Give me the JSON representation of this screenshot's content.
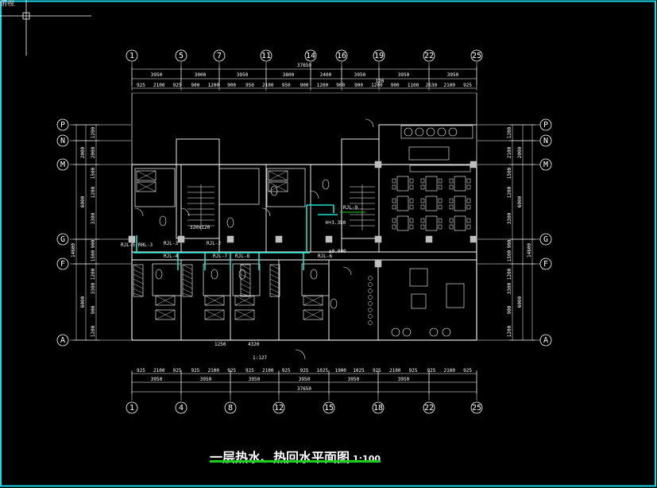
{
  "viewport": {
    "label": "俯视"
  },
  "title": {
    "main": "一层热水、热回水平面图",
    "scale": "1:100"
  },
  "colors": {
    "background": "#000000",
    "frame_border": "#1ad6e8",
    "hot_water_pipe": "#17e3c8",
    "title_underline": "#19d119",
    "linework": "#ffffff"
  },
  "axes": {
    "top_labels": [
      "1",
      "5",
      "7",
      "11",
      "14",
      "16",
      "19",
      "22",
      "25"
    ],
    "bottom_labels": [
      "1",
      "4",
      "8",
      "12",
      "15",
      "18",
      "22",
      "25"
    ],
    "left_labels": [
      "P",
      "N",
      "M",
      "G",
      "F",
      "A"
    ],
    "right_labels": [
      "P",
      "N",
      "M",
      "G",
      "F",
      "A"
    ]
  },
  "dimensions": {
    "top_total": "37650",
    "top_bays": [
      "3950",
      "3000",
      "3950",
      "3800",
      "2400",
      "3950",
      "3950",
      "3950"
    ],
    "top_detail": [
      "925",
      "2100",
      "925",
      "900",
      "1200",
      "900",
      "950",
      "2100",
      "950",
      "900",
      "1200",
      "900",
      "900",
      "1200",
      "900",
      "1100",
      "2630",
      "2100",
      "925"
    ],
    "top_note": "120",
    "bottom_total": "37650",
    "bottom_bays": [
      "3950",
      "3950",
      "3950",
      "3950",
      "3950",
      "3950"
    ],
    "bottom_detail": [
      "925",
      "2100",
      "925",
      "925",
      "2100",
      "925",
      "925",
      "2100",
      "925",
      "925",
      "1025",
      "1900",
      "1025",
      "925",
      "2100",
      "925",
      "925",
      "2100",
      "925"
    ],
    "left_total": "14600",
    "left_bays": [
      "2000",
      "6000",
      "6000"
    ],
    "left_detail": [
      "1200",
      "2000",
      "1500",
      "1200",
      "3300",
      "900",
      "1500",
      "1200",
      "3300",
      "900",
      "1200"
    ],
    "right_total": "14600",
    "right_bays": [
      "2000",
      "6000",
      "6000"
    ],
    "right_detail": [
      "1200",
      "2100",
      "1500",
      "1200",
      "3300",
      "900",
      "1500",
      "1200",
      "3300",
      "900",
      "1200"
    ]
  },
  "annotations": {
    "riser_labels": [
      "RJL-5",
      "RHL-3",
      "RJL-3",
      "RJL-2",
      "RJL-4",
      "RJL-7",
      "RJL-8",
      "RJL-6",
      "RJL-9"
    ],
    "elevation": "±0.000",
    "level_note": "H+3.350",
    "shaft_size": "320x120",
    "bottom_note": "1:127",
    "bottom_dims": [
      "1250",
      "4320"
    ]
  }
}
